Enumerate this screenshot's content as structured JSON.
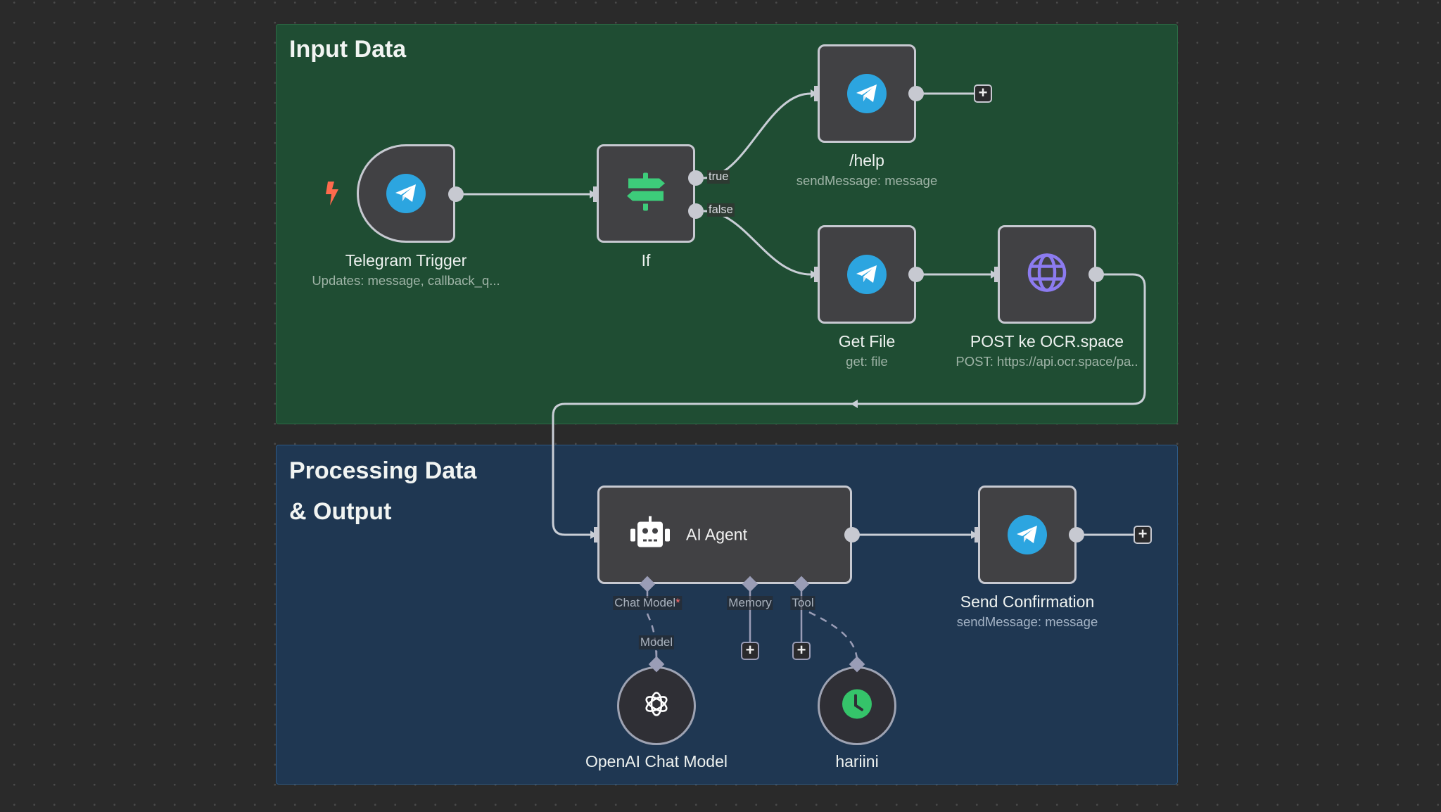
{
  "groups": {
    "input": {
      "title": "Input Data"
    },
    "processing": {
      "title_line1": "Processing Data",
      "title_line2": "& Output"
    }
  },
  "nodes": {
    "telegram_trigger": {
      "title": "Telegram Trigger",
      "subtitle": "Updates: message, callback_q...",
      "icon": "telegram-icon",
      "trigger_icon": "lightning-icon"
    },
    "if": {
      "title": "If",
      "icon": "signpost-icon",
      "outputs": [
        "true",
        "false"
      ]
    },
    "help": {
      "title": "/help",
      "subtitle": "sendMessage: message",
      "icon": "telegram-icon"
    },
    "get_file": {
      "title": "Get File",
      "subtitle": "get: file",
      "icon": "telegram-icon"
    },
    "post_ocr": {
      "title": "POST ke OCR.space",
      "subtitle": "POST: https://api.ocr.space/pa..",
      "icon": "globe-icon"
    },
    "ai_agent": {
      "title": "AI Agent",
      "icon": "robot-icon",
      "ports": {
        "chat_model": "Chat Model",
        "chat_model_required": "*",
        "memory": "Memory",
        "tool": "Tool"
      }
    },
    "send_confirmation": {
      "title": "Send Confirmation",
      "subtitle": "sendMessage: message",
      "icon": "telegram-icon"
    },
    "openai_chat_model": {
      "title": "OpenAI Chat Model",
      "port_label": "Model",
      "icon": "openai-icon"
    },
    "hariini": {
      "title": "hariini",
      "icon": "clock-icon"
    }
  },
  "add_button_label": "+",
  "colors": {
    "telegram": "#2ca5e0",
    "if_green": "#3dcc7a",
    "globe_purple": "#8c7bf0",
    "clock_green": "#35c46a",
    "trigger_red": "#ff6a4d",
    "required_red": "#ff6b6b"
  }
}
